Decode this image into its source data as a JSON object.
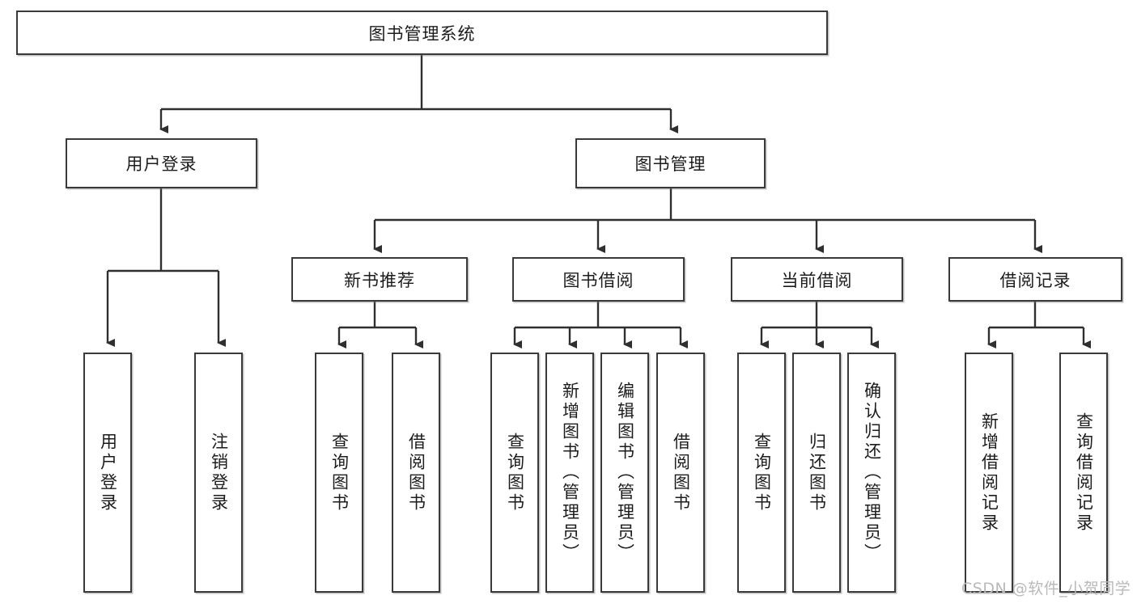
{
  "diagram": {
    "type": "tree-hierarchy",
    "title": "图书管理系统",
    "watermark": "CSDN @软件_小贺同学",
    "colors": {
      "box_border": "#3a3a3a",
      "box_fill": "#ffffff",
      "connector": "#2f2f2f",
      "text": "#1c1c1c",
      "watermark": "#b9b9b9",
      "background": "#ffffff"
    },
    "root": {
      "label": "图书管理系统"
    },
    "level2": [
      {
        "label": "用户登录"
      },
      {
        "label": "图书管理"
      }
    ],
    "level3": [
      {
        "label": "新书推荐"
      },
      {
        "label": "图书借阅"
      },
      {
        "label": "当前借阅"
      },
      {
        "label": "借阅记录"
      }
    ],
    "leaves": {
      "user_login": [
        {
          "label": "用户登录"
        },
        {
          "label": "注销登录"
        }
      ],
      "new_book_recommend": [
        {
          "label": "查询图书"
        },
        {
          "label": "借阅图书"
        }
      ],
      "book_borrow": [
        {
          "label": "查询图书"
        },
        {
          "label": "新增图书（管理员）"
        },
        {
          "label": "编辑图书（管理员）"
        },
        {
          "label": "借阅图书"
        }
      ],
      "current_borrow": [
        {
          "label": "查询图书"
        },
        {
          "label": "归还图书"
        },
        {
          "label": "确认归还（管理员）"
        }
      ],
      "borrow_record": [
        {
          "label": "新增借阅记录"
        },
        {
          "label": "查询借阅记录"
        }
      ]
    }
  }
}
